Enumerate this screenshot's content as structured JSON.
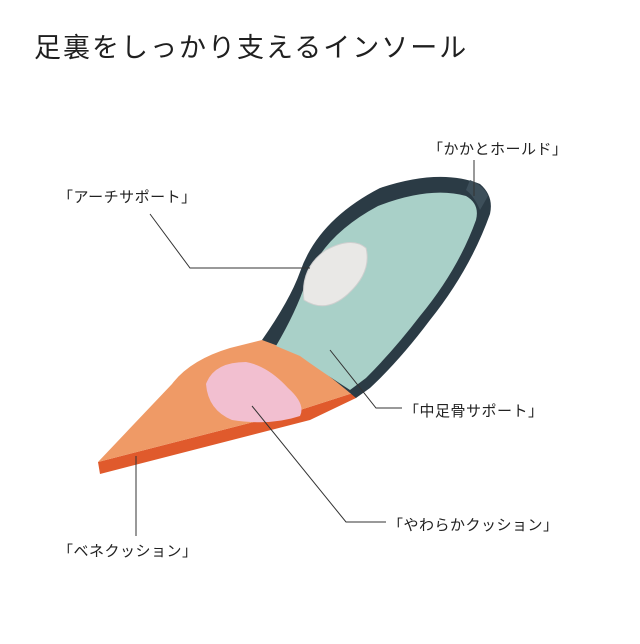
{
  "title": "足裏をしっかり支えるインソール",
  "labels": {
    "heel_hold": "「かかとホールド」",
    "arch_support": "「アーチサポート」",
    "metatarsal_support": "「中足骨サポート」",
    "soft_cushion": "「やわらかクッション」",
    "bene_cushion": "「ベネクッション」"
  },
  "colors": {
    "background": "#ffffff",
    "shell_dark": "#2b3b45",
    "heel_surface": "#a9d0c8",
    "arch_pad": "#e9e8e6",
    "forefoot_orange": "#ef9a66",
    "forefoot_edge": "#e05a2c",
    "soft_pad": "#f2bfd0",
    "leader_line": "#333333"
  }
}
